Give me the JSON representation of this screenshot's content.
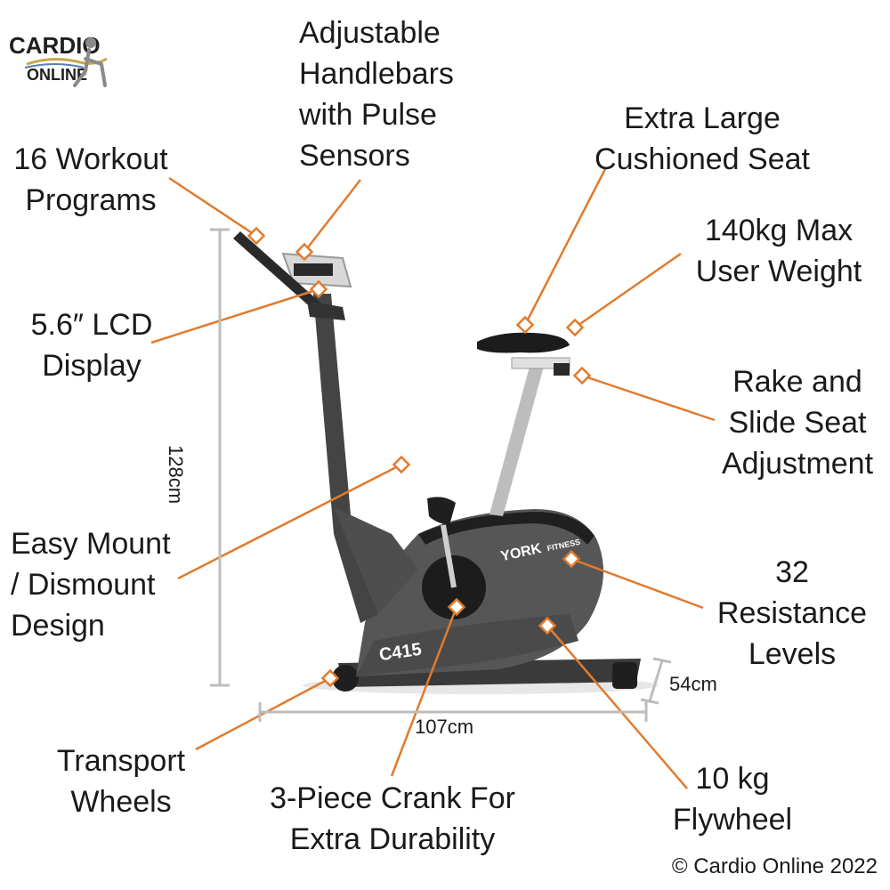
{
  "logo": {
    "line1": "CARDIO",
    "line2": "ONLINE",
    "bike_brand": "YORK",
    "bike_brand_sub": "FITNESS",
    "model": "C415"
  },
  "colors": {
    "leader": "#e07b2e",
    "dimension": "#bdbdbd",
    "frame": "#4e4e4e",
    "frame_dark": "#2e2e2e",
    "accent": "#e22626"
  },
  "callouts": {
    "handlebars": "Adjustable\nHandlebars\nwith Pulse\nSensors",
    "programs": "16 Workout\nPrograms",
    "seat": "Extra Large\nCushioned Seat",
    "max_weight": "140kg Max\nUser Weight",
    "lcd": "5.6″ LCD\nDisplay",
    "rake": "Rake and\nSlide Seat\nAdjustment",
    "mount": "Easy Mount\n/ Dismount\nDesign",
    "resistance": "32\nResistance\nLevels",
    "wheels": "Transport\nWheels",
    "crank": "3-Piece Crank For\nExtra Durability",
    "flywheel": "10 kg\nFlywheel"
  },
  "dimensions": {
    "height": "128cm",
    "length": "107cm",
    "width": "54cm"
  },
  "copyright": "© Cardio Online 2022"
}
